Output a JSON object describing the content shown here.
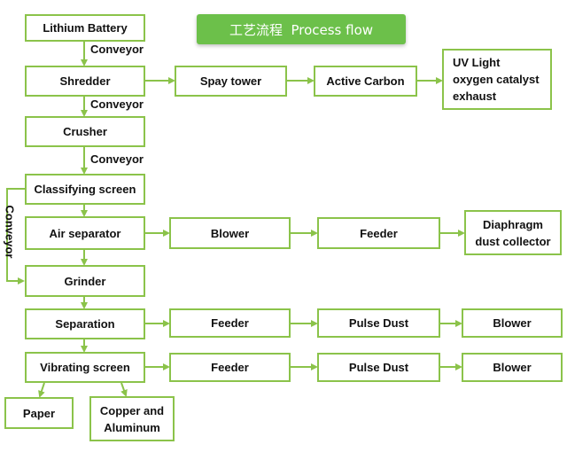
{
  "title": "工艺流程  Process flow",
  "colors": {
    "border": "#8bc34a",
    "arrow": "#8bc34a",
    "banner": "#6cc04a",
    "text": "#111111"
  },
  "nodes": {
    "lithium_battery": "Lithium Battery",
    "shredder": "Shredder",
    "spay_tower": "Spay tower",
    "active_carbon": "Active Carbon",
    "uv_light": "UV Light\noxygen catalyst\nexhaust",
    "crusher": "Crusher",
    "classifying_screen": "Classifying screen",
    "air_separator": "Air separator",
    "blower_1": "Blower",
    "feeder_1": "Feeder",
    "diaphragm": "Diaphragm\ndust collector",
    "grinder": "Grinder",
    "separation": "Separation",
    "feeder_2": "Feeder",
    "pulse_dust_1": "Pulse Dust",
    "blower_2": "Blower",
    "vibrating_screen": "Vibrating screen",
    "feeder_3": "Feeder",
    "pulse_dust_2": "Pulse Dust",
    "blower_3": "Blower",
    "paper": "Paper",
    "copper_aluminum": "Copper and\nAluminum"
  },
  "labels": {
    "conveyor_1": "Conveyor",
    "conveyor_2": "Conveyor",
    "conveyor_3": "Conveyor",
    "conveyor_side": "Conveyor"
  }
}
